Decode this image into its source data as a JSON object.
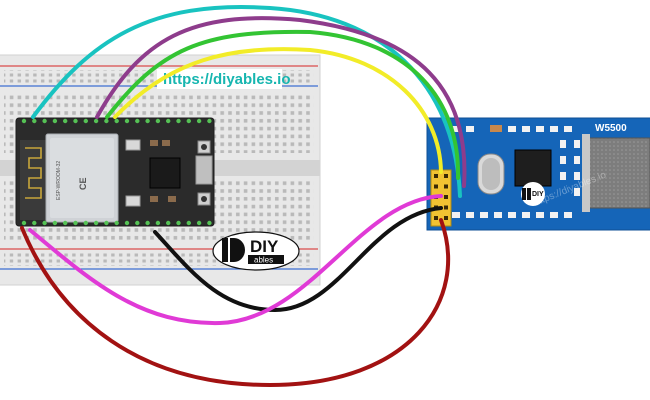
{
  "watermark_url": "https://diyables.io",
  "module": {
    "name": "W5500",
    "board_color": "#1565b8"
  },
  "logo": {
    "text_top": "DIY",
    "text_bottom": "ables"
  },
  "module_watermark": "https://diyables.io",
  "esp32": {
    "chip_label_1": "ESP-WROOM-32",
    "chip_label_2": "CE"
  },
  "wires": {
    "colors": {
      "cyan": "#19c3c0",
      "purple": "#8e3c8c",
      "green": "#33c433",
      "yellow": "#f2ec28",
      "black": "#111111",
      "magenta": "#e03ad6",
      "red": "#a21212"
    }
  }
}
